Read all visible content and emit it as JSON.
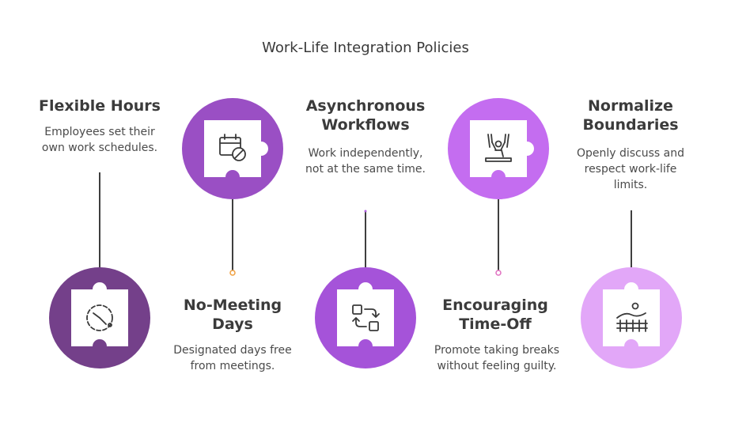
{
  "title": "Work-Life Integration Policies",
  "colors": {
    "step1": "#74408a",
    "step2": "#9a4fc4",
    "step3": "#a553d9",
    "step4": "#c46df0",
    "step5": "#d587f6",
    "step6": "#e2a7f8",
    "line": "#3f3f3f"
  },
  "steps": [
    {
      "heading": "Flexible Hours",
      "desc": "Employees set their own work schedules.",
      "icon": "clock-icon"
    },
    {
      "heading": "No-Meeting Days",
      "desc": "Designated days free from meetings.",
      "icon": "calendar-blocked-icon"
    },
    {
      "heading": "Asynchronous Workflows",
      "desc": "Work independently, not at the same time.",
      "icon": "workflow-arrows-icon"
    },
    {
      "heading": "Encouraging Time-Off",
      "desc": "Promote taking breaks without feeling guilty.",
      "icon": "relaxing-swing-icon"
    },
    {
      "heading": "Normalize Boundaries",
      "desc": "Openly discuss and respect work-life limits.",
      "icon": "fence-boundary-icon"
    }
  ]
}
